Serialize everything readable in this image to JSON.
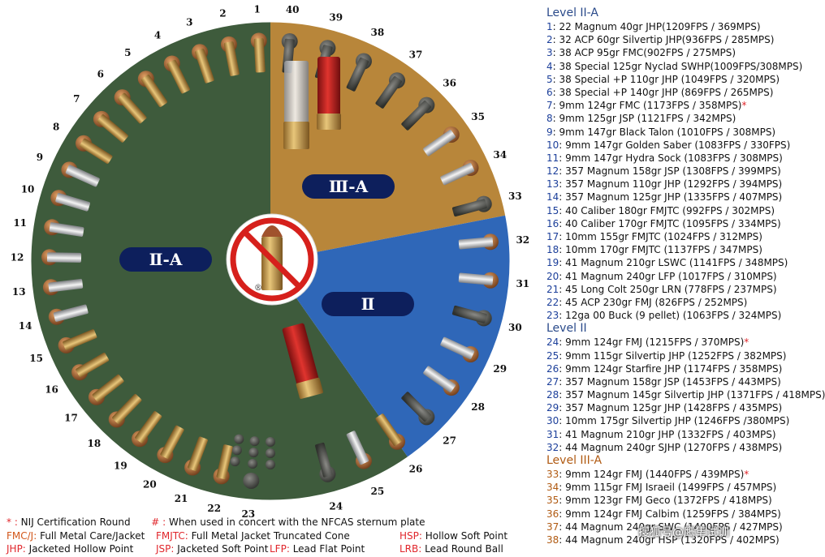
{
  "diagram": {
    "sectors": [
      {
        "label": "Ⅱ-A",
        "color": "#3e5b3c"
      },
      {
        "label": "Ⅲ-A",
        "color": "#b8863a"
      },
      {
        "label": "Ⅱ",
        "color": "#2f67b8"
      }
    ],
    "numbers": [
      "1",
      "2",
      "3",
      "4",
      "5",
      "6",
      "7",
      "8",
      "9",
      "10",
      "11",
      "12",
      "13",
      "14",
      "15",
      "16",
      "17",
      "18",
      "19",
      "20",
      "21",
      "22",
      "23",
      "24",
      "25",
      "26",
      "27",
      "28",
      "29",
      "30",
      "31",
      "32",
      "33",
      "34",
      "35",
      "36",
      "37",
      "38",
      "39",
      "40"
    ],
    "center_symbol": "no-bullet-icon",
    "registered_mark": "®"
  },
  "legend": {
    "level_2a": {
      "title": "Level II-A",
      "items": [
        {
          "n": "1",
          "t": " 22 Magnum 40gr JHP(1209FPS / 369MPS)",
          "s": ""
        },
        {
          "n": "2",
          "t": " 32 ACP 60gr Silvertip JHP(936FPS / 285MPS)",
          "s": ""
        },
        {
          "n": "3",
          "t": " 38 ACP 95gr FMC(902FPS / 275MPS)",
          "s": ""
        },
        {
          "n": "4",
          "t": " 38 Special 125gr Nyclad SWHP(1009FPS/308MPS)",
          "s": ""
        },
        {
          "n": "5",
          "t": " 38 Special +P 110gr JHP (1049FPS / 320MPS)",
          "s": ""
        },
        {
          "n": "6",
          "t": " 38 Special +P 140gr JHP (869FPS / 265MPS)",
          "s": ""
        },
        {
          "n": "7",
          "t": " 9mm 124gr FMC (1173FPS / 358MPS)",
          "s": "*"
        },
        {
          "n": "8",
          "t": " 9mm 125gr JSP (1121FPS / 342MPS)",
          "s": ""
        },
        {
          "n": "9",
          "t": " 9mm 147gr Black Talon (1010FPS / 308MPS)",
          "s": ""
        },
        {
          "n": "10",
          "t": " 9mm 147gr Golden Saber (1083FPS / 330FPS)",
          "s": ""
        },
        {
          "n": "11",
          "t": " 9mm 147gr Hydra Sock (1083FPS / 308MPS)",
          "s": ""
        },
        {
          "n": "12",
          "t": " 357 Magnum 158gr JSP (1308FPS / 399MPS)",
          "s": ""
        },
        {
          "n": "13",
          "t": " 357 Magnum 110gr JHP (1292FPS / 394MPS)",
          "s": ""
        },
        {
          "n": "14",
          "t": " 357 Magnum 125gr JHP (1335FPS / 407MPS)",
          "s": ""
        },
        {
          "n": "15",
          "t": " 40 Caliber 180gr FMJTC (992FPS / 302MPS)",
          "s": ""
        },
        {
          "n": "16",
          "t": " 40 Caliber 170gr FMJTC (1095FPS / 334MPS)",
          "s": ""
        },
        {
          "n": "17",
          "t": " 10mm 155gr FMJTC (1024FPS / 312MPS)",
          "s": ""
        },
        {
          "n": "18",
          "t": " 10mm 170gr FMJTC (1137FPS / 347MPS)",
          "s": ""
        },
        {
          "n": "19",
          "t": " 41 Magnum 210gr LSWC (1141FPS / 348MPS)",
          "s": ""
        },
        {
          "n": "20",
          "t": " 41 Magnum 240gr LFP (1017FPS / 310MPS)",
          "s": ""
        },
        {
          "n": "21",
          "t": " 45 Long Colt 250gr LRN (778FPS / 237MPS)",
          "s": ""
        },
        {
          "n": "22",
          "t": " 45 ACP 230gr FMJ (826FPS / 252MPS)",
          "s": ""
        },
        {
          "n": "23",
          "t": " 12ga 00 Buck (9 pellet) (1063FPS / 324MPS)",
          "s": ""
        }
      ]
    },
    "level_2": {
      "title": "Level II",
      "items": [
        {
          "n": "24",
          "t": " 9mm 124gr FMJ (1215FPS / 370MPS)",
          "s": "*"
        },
        {
          "n": "25",
          "t": " 9mm 115gr Silvertip JHP (1252FPS / 382MPS)",
          "s": ""
        },
        {
          "n": "26",
          "t": " 9mm 124gr Starfire JHP (1174FPS / 358MPS)",
          "s": ""
        },
        {
          "n": "27",
          "t": " 357 Magnum 158gr JSP (1453FPS / 443MPS)",
          "s": ""
        },
        {
          "n": "28",
          "t": " 357 Magnum 145gr Silvertip JHP (1371FPS / 418MPS)",
          "s": ""
        },
        {
          "n": "29",
          "t": " 357 Magnum 125gr JHP (1428FPS / 435MPS)",
          "s": ""
        },
        {
          "n": "30",
          "t": " 10mm 175gr Silvertip JHP (1246FPS /380MPS)",
          "s": ""
        },
        {
          "n": "31",
          "t": " 41 Magnum 210gr JHP (1332FPS / 403MPS)",
          "s": ""
        },
        {
          "n": "32",
          "t": " 44 Magnum 240gr SJHP (1270FPS / 438MPS)",
          "s": ""
        }
      ]
    },
    "level_3a": {
      "title": "Level III-A",
      "items": [
        {
          "n": "33",
          "t": " 9mm 124gr FMJ (1440FPS / 439MPS)",
          "s": "*"
        },
        {
          "n": "34",
          "t": " 9mm 115gr FMJ Israeil (1499FPS / 457MPS)",
          "s": ""
        },
        {
          "n": "35",
          "t": " 9mm 123gr FMJ Geco (1372FPS / 418MPS)",
          "s": ""
        },
        {
          "n": "36",
          "t": " 9mm 124gr FMJ Calbim (1259FPS / 384MPS)",
          "s": ""
        },
        {
          "n": "37",
          "t": " 44 Magnum 240gr SWC (1400FPS / 427MPS)",
          "s": ""
        },
        {
          "n": "38",
          "t": " 44 Magnum 240gr HSP (1320FPS / 402MPS)",
          "s": ""
        }
      ]
    }
  },
  "footnotes": {
    "line1": [
      {
        "k": "* : ",
        "v": "NIJ Certification Round"
      },
      {
        "k": "# : ",
        "v": "When used in concert with  the NFCAS sternum plate"
      }
    ],
    "line2": [
      {
        "k": "FMC/J: ",
        "v": "Full Metal Care/Jacket"
      },
      {
        "k": "FMJTC: ",
        "v": "Full Metal Jacket Truncated Cone"
      },
      {
        "k": "HSP: ",
        "v": "Hollow Soft Point"
      }
    ],
    "line3": [
      {
        "k": "JHP: ",
        "v": "Jacketed Hollow Point"
      },
      {
        "k": "JSP: ",
        "v": "Jacketed Soft Point"
      },
      {
        "k": "LFP: ",
        "v": "Lead Flat Point"
      },
      {
        "k": "LRB: ",
        "v": "Lead Round Ball"
      }
    ]
  },
  "watermark": "搜狐号@鹰隼试训"
}
